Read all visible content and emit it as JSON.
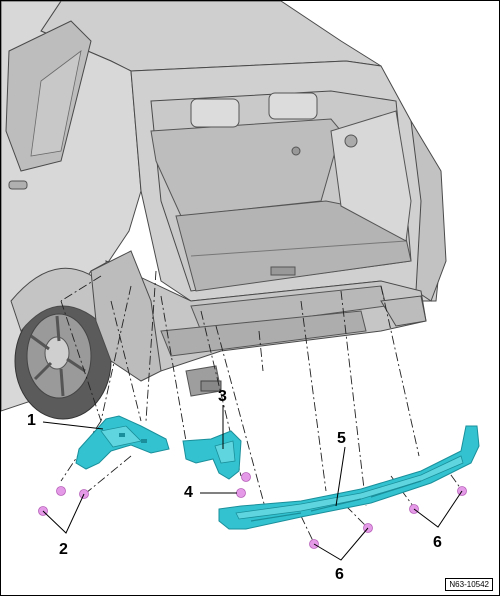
{
  "figure": {
    "reference_code": "N63-10542",
    "colors": {
      "bracket": "#33c3d0",
      "bracket_dark": "#1a8f9b",
      "nut": "#e59ae8",
      "body_fill": "#d6d6d6",
      "body_shade": "#a8a8a8",
      "outline": "#4a4a4a"
    },
    "callouts": {
      "c1": "1",
      "c2": "2",
      "c3": "3",
      "c4": "4",
      "c5": "5",
      "c6a": "6",
      "c6b": "6"
    }
  }
}
